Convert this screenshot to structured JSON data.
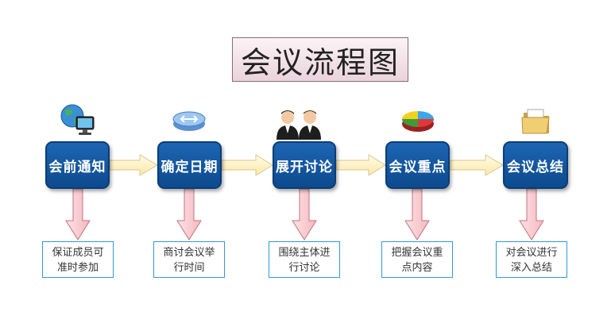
{
  "title": "会议流程图",
  "steps": [
    {
      "label": "会前通知",
      "icon": "globe-computer-icon",
      "desc": [
        "保证成员可",
        "准时参加"
      ]
    },
    {
      "label": "确定日期",
      "icon": "network-router-icon",
      "desc": [
        "商讨会议举",
        "行时间"
      ]
    },
    {
      "label": "展开讨论",
      "icon": "people-icon",
      "desc": [
        "围绕主体进",
        "行讨论"
      ]
    },
    {
      "label": "会议重点",
      "icon": "pie-chart-icon",
      "desc": [
        "把握会议重",
        "点内容"
      ]
    },
    {
      "label": "会议总结",
      "icon": "folder-icon",
      "desc": [
        "对会议进行",
        "深入总结"
      ]
    }
  ],
  "colors": {
    "step_fill": "#1558a4",
    "arrow_h_fill": "#fff3c8",
    "arrow_v_fill": "#f8c9cf",
    "desc_border": "#2f9ad8"
  }
}
